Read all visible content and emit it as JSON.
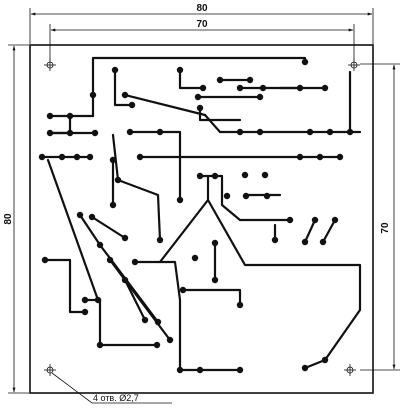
{
  "dimensions": {
    "board_width": "80",
    "board_height": "80",
    "hole_spacing_horizontal": "70",
    "hole_spacing_vertical": "70"
  },
  "annotation": {
    "holes_note": "4 отв. Ø2,7"
  }
}
